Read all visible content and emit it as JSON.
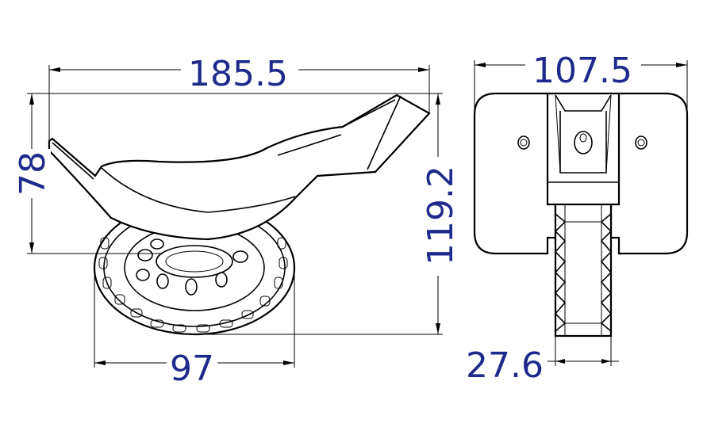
{
  "dimensions": {
    "overall_length": "185.5",
    "height_side": "78",
    "overall_height": "119.2",
    "wheel_diameter": "97",
    "width_front": "107.5",
    "wheel_width": "27.6"
  },
  "colors": {
    "dimension_text": "#1f2a8c",
    "outline": "#000000",
    "background": "#ffffff"
  }
}
